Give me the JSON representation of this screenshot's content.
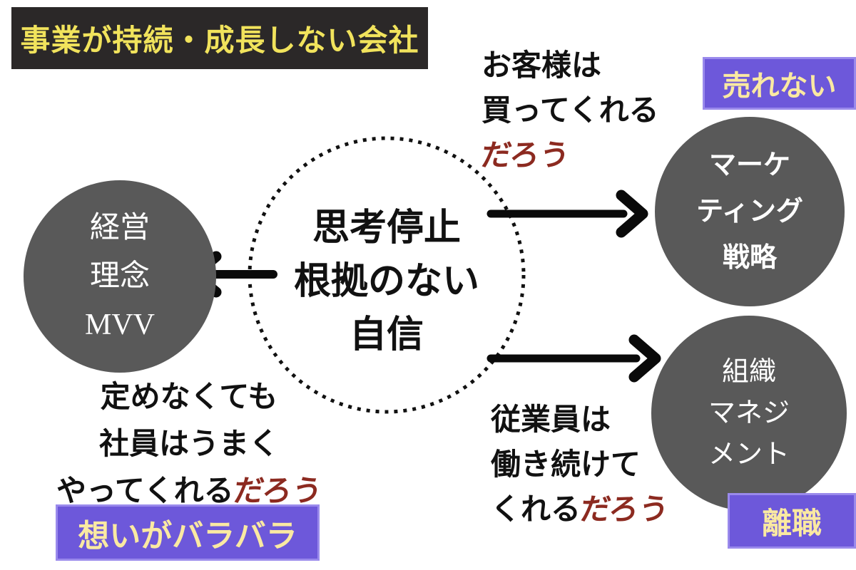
{
  "header": {
    "title": "事業が持続・成長しない会社"
  },
  "center_circle": {
    "lines": [
      "思考停止",
      "根拠のない",
      "自信"
    ]
  },
  "nodes": {
    "management": {
      "lines": [
        "経営",
        "理念",
        "MVV"
      ]
    },
    "marketing": {
      "lines": [
        "マーケ",
        "ティング",
        "戦略"
      ]
    },
    "organization": {
      "lines": [
        "組織",
        "マネジ",
        "メント"
      ]
    }
  },
  "assumptions": {
    "customer": {
      "line1": "お客様は",
      "line2": "買ってくれる",
      "emphasis": "だろう"
    },
    "employee": {
      "line1": "従業員は",
      "line2": "働き続けて",
      "line3_prefix": "くれる",
      "emphasis": "だろう"
    },
    "staff": {
      "line1": "定めなくても",
      "line2": "社員はうまく",
      "line3_prefix": "やってくれる",
      "emphasis": "だろう"
    }
  },
  "badges": {
    "not_selling": "売れない",
    "turnover": "離職",
    "scattered_thoughts": "想いがバラバラ"
  },
  "icons": {
    "arrows": [
      "left-arrow-icon",
      "top-right-arrow-icon",
      "bottom-right-arrow-icon"
    ],
    "outline": "dotted-circle-outline"
  },
  "colors": {
    "canvas_bg": "#ffffff",
    "title_bg": "#2b2828",
    "title_text": "#f1e35c",
    "node_fill": "#595959",
    "node_text": "#ffffff",
    "badge_bg": "#6d58da",
    "badge_border": "#9a8aec",
    "badge_text": "#fae9a2",
    "emphasis_red": "#8c2a20",
    "arrow": "#0a0a0a"
  }
}
